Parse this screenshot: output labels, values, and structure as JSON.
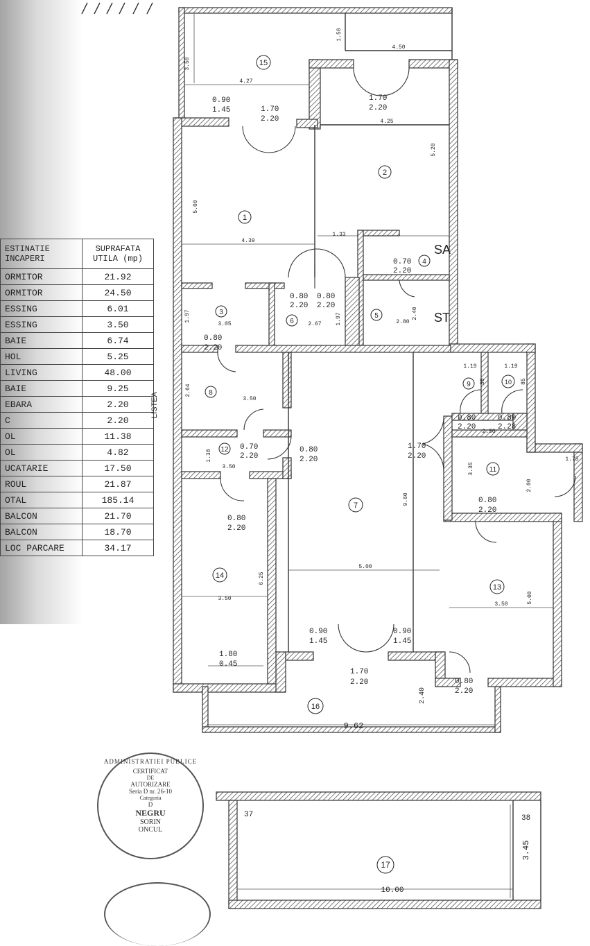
{
  "table": {
    "header": {
      "col1": [
        "ESTINATIE",
        "INCAPERI"
      ],
      "col2": [
        "SUPRAFATA",
        "UTILA (mp)"
      ]
    },
    "rows": [
      {
        "name": "ORMITOR",
        "value": "21.92"
      },
      {
        "name": "ORMITOR",
        "value": "24.50"
      },
      {
        "name": "ESSING",
        "value": "6.01"
      },
      {
        "name": "ESSING",
        "value": "3.50"
      },
      {
        "name": "BAIE",
        "value": "6.74"
      },
      {
        "name": "HOL",
        "value": "5.25"
      },
      {
        "name": "LIVING",
        "value": "48.00"
      },
      {
        "name": "BAIE",
        "value": "9.25"
      },
      {
        "name": "EBARA",
        "value": "2.20"
      },
      {
        "name": "C",
        "value": "2.20"
      },
      {
        "name": "OL",
        "value": "11.38"
      },
      {
        "name": "OL",
        "value": "4.82"
      },
      {
        "name": "UCATARIE",
        "value": "17.50"
      },
      {
        "name": "ROUL",
        "value": "21.87"
      },
      {
        "name": "OTAL",
        "value": "185.14"
      },
      {
        "name": "BALCON",
        "value": "21.70"
      },
      {
        "name": "BALCON",
        "value": "18.70"
      },
      {
        "name": "LOC PARCARE",
        "value": "34.17"
      }
    ]
  },
  "rooms": [
    "1",
    "2",
    "3",
    "4",
    "5",
    "6",
    "7",
    "8",
    "9",
    "10",
    "11",
    "12",
    "13",
    "14",
    "15",
    "16",
    "17"
  ],
  "dims": {
    "d15_h": "3.50",
    "d15_v": "1.50",
    "d15_w": "4.50",
    "d15_w2": "4.27",
    "d2_w": "4.25",
    "d2_h": "5.20",
    "d1_h": "5.00",
    "d1_w": "4.39",
    "d1_w2": "1.33",
    "d3_h": "1.97",
    "d3_w": "3.05",
    "d6_w": "2.67",
    "d6_h": "1.97",
    "d5_h": "2.40",
    "d5_w": "2.80",
    "d8_h": "2.64",
    "d8_w": "3.50",
    "d12_h": "1.38",
    "d12_w": "3.50",
    "d9_w": "1.19",
    "d10_w": "1.19",
    "d9_h": "85",
    "d10_h": "85",
    "d9_10": "2.50",
    "d11_h": "3.35",
    "d11_h2": "2.00",
    "d11_w": "1.75",
    "d7_h": "9.60",
    "d7_w": "5.00",
    "d14_h": "6.25",
    "d14_w": "3.50",
    "d13_w": "3.50",
    "d13_h": "5.00",
    "d16_h": "2.40",
    "d16_w": "9.62",
    "d17_w": "10.00",
    "d17_h": "3.45",
    "d17_a": "37",
    "d17_b": "38"
  },
  "openings": {
    "o15a": [
      "0.90",
      "1.45"
    ],
    "o15b": [
      "1.70",
      "2.20"
    ],
    "o2": [
      "1.70",
      "2.20"
    ],
    "o4": [
      "0.70",
      "2.20"
    ],
    "o6a": [
      "0.80",
      "2.20"
    ],
    "o6b": [
      "0.80",
      "2.20"
    ],
    "o3": [
      "0.80",
      "2.20"
    ],
    "o12": [
      "0.70",
      "2.20"
    ],
    "o7a": [
      "0.80",
      "2.20"
    ],
    "o7b": [
      "1.70",
      "2.20"
    ],
    "o9": [
      "0.80",
      "2.20"
    ],
    "o10": [
      "0.80",
      "2.28"
    ],
    "o11": [
      "0.80",
      "2.20"
    ],
    "o14": [
      "0.80",
      "2.20"
    ],
    "o14w": [
      "1.80",
      "0.45"
    ],
    "o16a": [
      "0.90",
      "1.45"
    ],
    "o16b": [
      "0.90",
      "1.45"
    ],
    "o16c": [
      "1.70",
      "2.20"
    ],
    "o13": [
      "0.80",
      "2.20"
    ]
  },
  "marks": {
    "sa": "SA",
    "st": "ST",
    "side": "LISTEA"
  },
  "stamp": {
    "ring": "ADMINISTRATIEI PUBLICE",
    "lines": [
      "CERTIFICAT",
      "DE",
      "AUTORIZARE",
      "Seria D nr. 26-10",
      "Categoria",
      "D",
      "NEGRU",
      "SORIN",
      "ONCUL"
    ]
  }
}
